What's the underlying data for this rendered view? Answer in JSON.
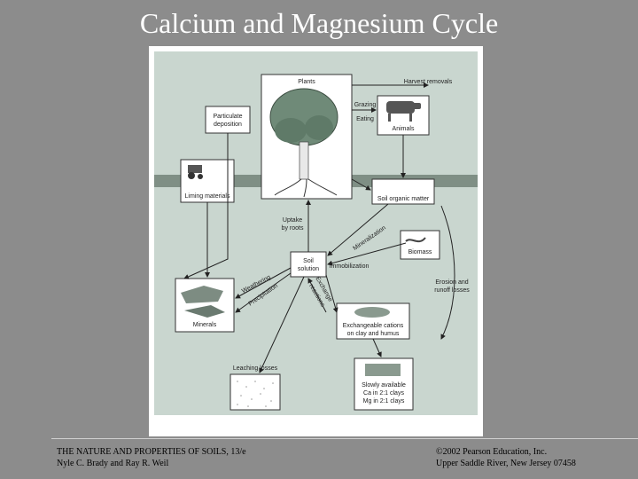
{
  "slide": {
    "title": "Calcium and Magnesium Cycle"
  },
  "diagram": {
    "boxes": {
      "plants": "Plants",
      "animals": "Animals",
      "particulate_line1": "Particulate",
      "particulate_line2": "deposition",
      "liming": "Liming materials",
      "soil_organic": "Soil organic matter",
      "biomass": "Biomass",
      "soil_solution_line1": "Soil",
      "soil_solution_line2": "solution",
      "minerals": "Minerals",
      "exchangeable_line1": "Exchangeable cations",
      "exchangeable_line2": "on clay and humus",
      "slowly_line1": "Slowly available",
      "slowly_line2": "Ca in 2:1 clays",
      "slowly_line3": "Mg in 2:1 clays"
    },
    "labels": {
      "harvest": "Harvest removals",
      "grazing": "Grazing",
      "eating": "Eating",
      "uptake_line1": "Uptake",
      "uptake_line2": "by roots",
      "mineralization": "Mineralization",
      "immobilization": "Immobilization",
      "weathering": "Weathering",
      "precipitation": "Precipitation",
      "exchange_line1": "Exchange",
      "exchange_line2": "reactions",
      "erosion_line1": "Erosion and",
      "erosion_line2": "runoff losses",
      "leaching": "Leaching losses"
    }
  },
  "footer": {
    "left_line1": "THE NATURE AND PROPERTIES OF SOILS, 13/e",
    "left_line2": "Nyle C. Brady and Ray R. Weil",
    "right_line1": "©2002 Pearson Education, Inc.",
    "right_line2": "Upper Saddle River, New Jersey 07458"
  },
  "colors": {
    "slide_bg": "#8c8c8c",
    "panel_bg": "#c9d6cf",
    "soil_band": "#7f8f85",
    "box_fill": "#ffffff",
    "arrow": "#222222"
  }
}
